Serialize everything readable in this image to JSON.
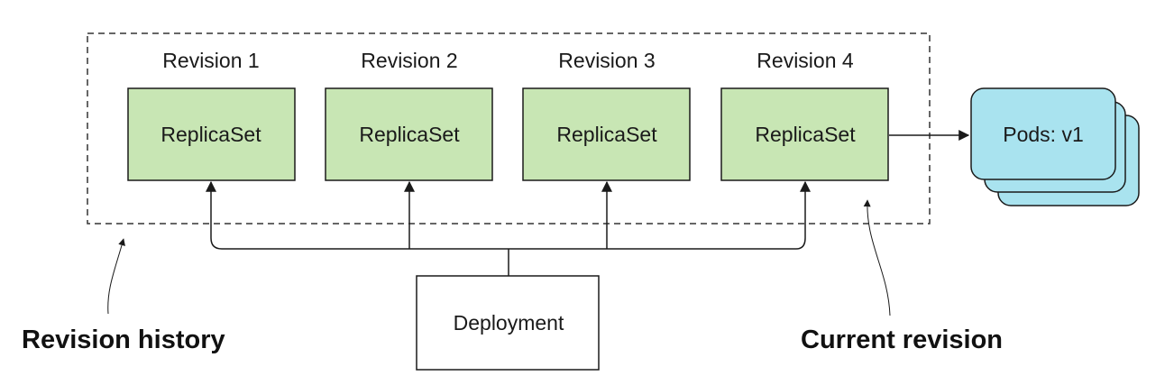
{
  "revisions": [
    {
      "label": "Revision 1",
      "replicaset": "ReplicaSet"
    },
    {
      "label": "Revision 2",
      "replicaset": "ReplicaSet"
    },
    {
      "label": "Revision 3",
      "replicaset": "ReplicaSet"
    },
    {
      "label": "Revision 4",
      "replicaset": "ReplicaSet"
    }
  ],
  "pods": {
    "label": "Pods: v1"
  },
  "deployment": {
    "label": "Deployment"
  },
  "callouts": {
    "history": "Revision history",
    "current": "Current revision"
  },
  "colors": {
    "replicaset_fill": "#c8e6b4",
    "pods_fill": "#a9e3ef",
    "stroke": "#1a1a1a"
  }
}
